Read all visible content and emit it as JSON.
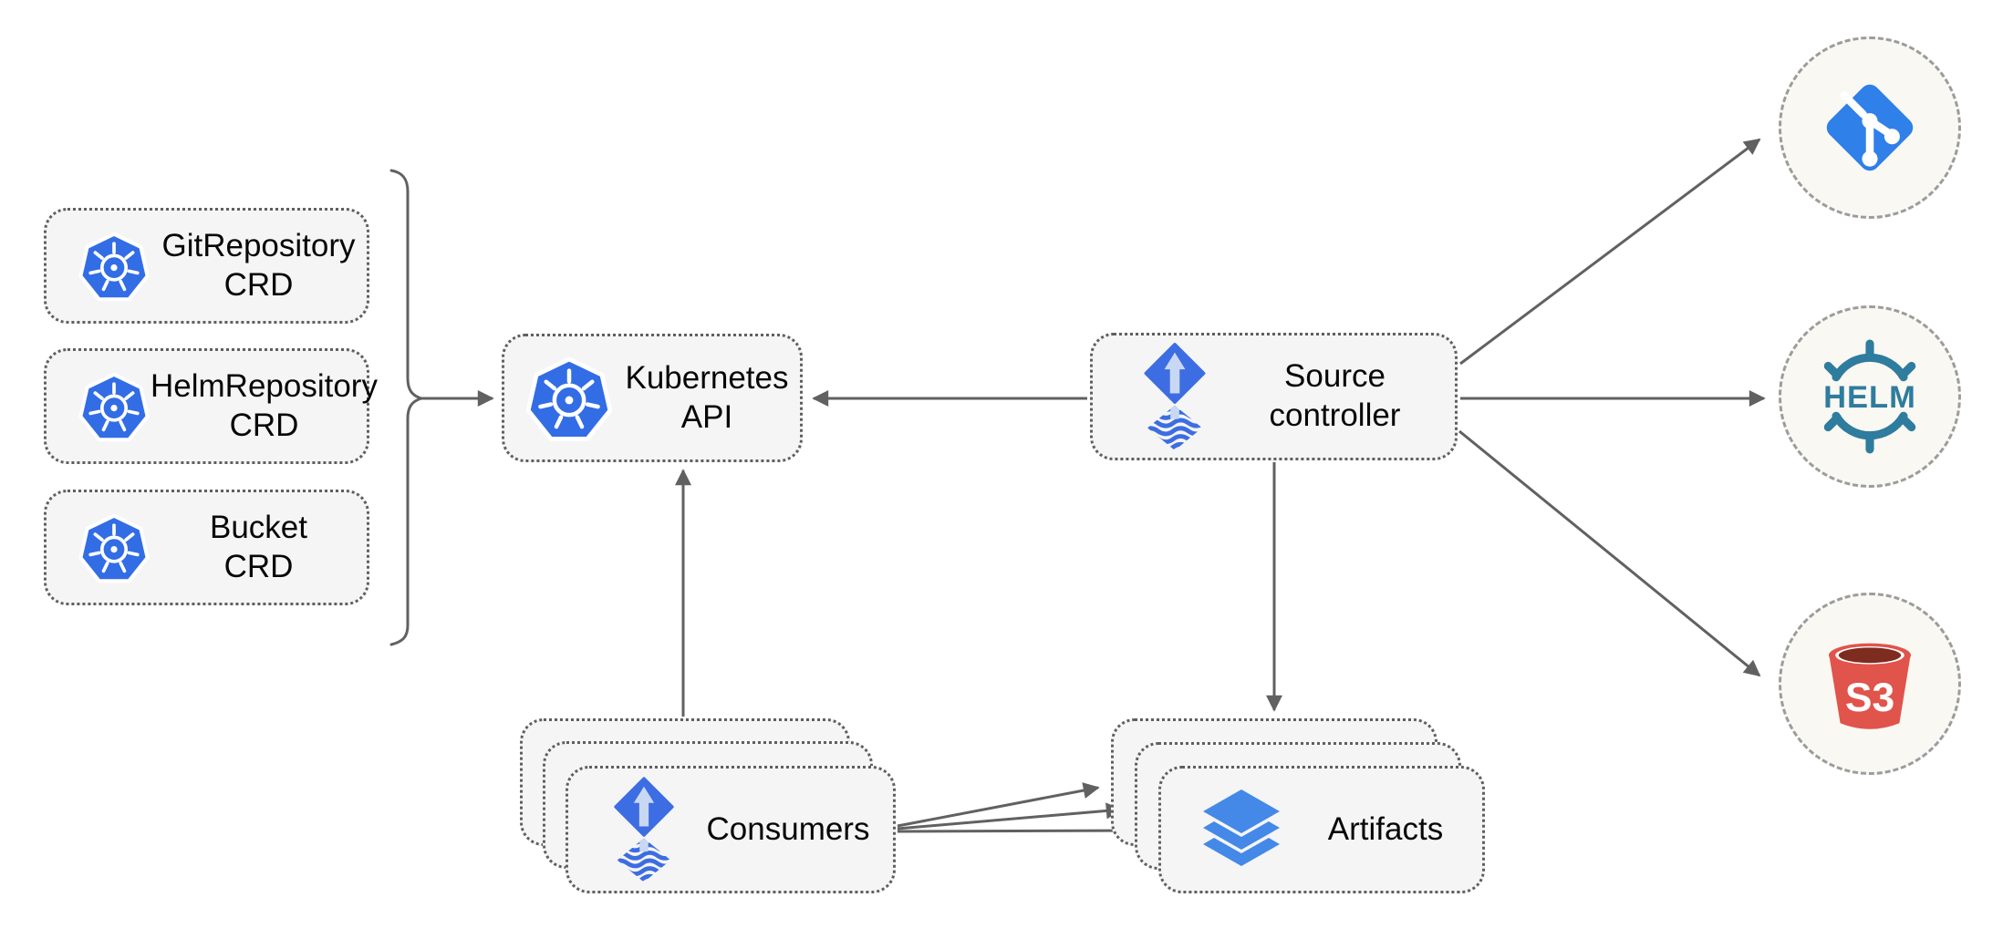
{
  "nodes": {
    "crds": [
      {
        "id": "gitrepository-crd",
        "label": "GitRepository\nCRD",
        "icon": "kubernetes-icon"
      },
      {
        "id": "helmrepository-crd",
        "label": "HelmRepository\nCRD",
        "icon": "kubernetes-icon"
      },
      {
        "id": "bucket-crd",
        "label": "Bucket\nCRD",
        "icon": "kubernetes-icon"
      }
    ],
    "kubernetes_api": {
      "label": "Kubernetes API",
      "icon": "kubernetes-icon"
    },
    "source_controller": {
      "label": "Source\ncontroller",
      "icon": "flux-icon"
    },
    "consumers": {
      "label": "Consumers",
      "icon": "flux-icon",
      "stacked": 3
    },
    "artifacts": {
      "label": "Artifacts",
      "icon": "layers-icon",
      "stacked": 3
    }
  },
  "endpoints": [
    {
      "id": "git",
      "icon": "git-icon"
    },
    {
      "id": "helm",
      "icon": "helm-icon"
    },
    {
      "id": "s3",
      "icon": "s3-icon"
    }
  ],
  "icons": {
    "helm_text": "HELM",
    "s3_text": "S3"
  },
  "edges": [
    {
      "from": "crds-group-bracket",
      "to": "kubernetes-api",
      "arrow": true
    },
    {
      "from": "source-controller",
      "to": "kubernetes-api",
      "arrow": true
    },
    {
      "from": "consumers",
      "to": "kubernetes-api",
      "arrow": true
    },
    {
      "from": "source-controller",
      "to": "artifacts",
      "arrow": true
    },
    {
      "from": "source-controller",
      "to": "git",
      "arrow": true
    },
    {
      "from": "source-controller",
      "to": "helm",
      "arrow": true
    },
    {
      "from": "source-controller",
      "to": "s3",
      "arrow": true
    },
    {
      "from": "consumers",
      "to": "artifacts",
      "arrow": true,
      "count": 3
    }
  ],
  "colors": {
    "kubernetes_blue": "#326DE6",
    "flux_blue": "#3D6DE2",
    "flux_arrow_light": "#C9D8F2",
    "git_blue": "#2F80E8",
    "helm_teal": "#2E7C9E",
    "s3_red": "#E0544B",
    "s3_dark_interior": "#7E2B20",
    "layers_blue": "#4489E8",
    "line_gray": "#616161",
    "box_fill": "#F5F5F5",
    "box_border": "#5F5F5F",
    "circle_fill": "#FAF8F3",
    "circle_border": "#9C9C9C"
  }
}
